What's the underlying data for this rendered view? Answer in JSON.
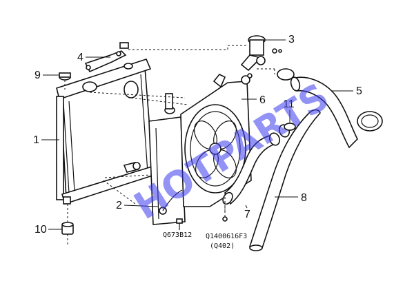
{
  "callouts": {
    "c1": "1",
    "c2": "2",
    "c3": "3",
    "c4": "4",
    "c5": "5",
    "c6": "6",
    "c7": "7",
    "c8": "8",
    "c9": "9",
    "c10": "10",
    "c11": "11"
  },
  "part_codes": {
    "code_a": "Q673B12",
    "code_b": "Q1400616F3",
    "code_c": "(Q402)"
  },
  "watermark": "HOTPARTS"
}
